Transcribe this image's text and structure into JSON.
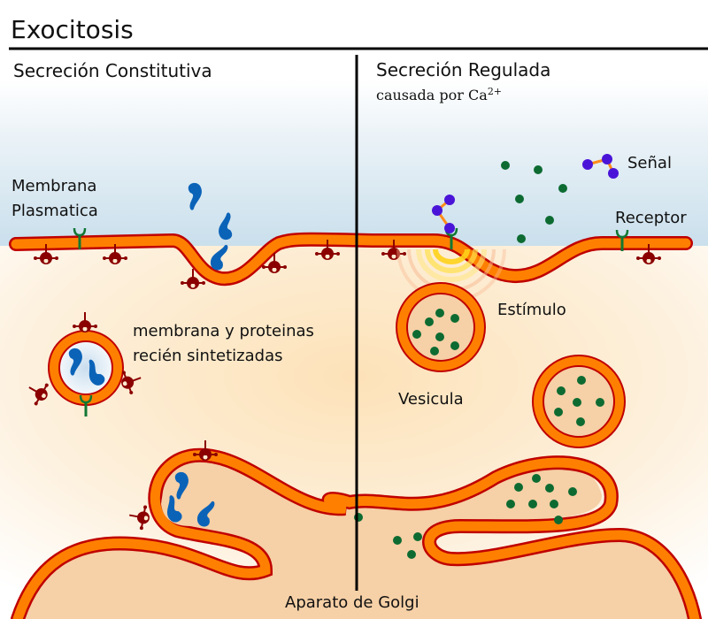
{
  "title": "Exocitosis",
  "sections": {
    "left": {
      "heading": "Secreción Constitutiva"
    },
    "right": {
      "heading": "Secreción Regulada",
      "subheading": "causada por Ca",
      "subheading_sup": "2+"
    }
  },
  "labels": {
    "plasma_membrane_line1": "Membrana",
    "plasma_membrane_line2": "Plasmatica",
    "new_membrane_line1": "membrana y proteinas",
    "new_membrane_line2": "recién sintetizadas",
    "signal": "Señal",
    "receptor": "Receptor",
    "stimulus": "Estímulo",
    "vesicle": "Vesicula",
    "golgi": "Aparato de Golgi"
  },
  "colors": {
    "membrane_fill": "#ff8000",
    "membrane_edge": "#c00000",
    "cytoplasm": "#f6d0a6",
    "extracellular": "#cfe2ee",
    "protein": "#8b0000",
    "receptor": "#117733",
    "cargo_blue": "#0b63b8",
    "cargo_green": "#0d6b32",
    "signal_molecule": "#4a14d8",
    "signal_bond": "#ff8c1a",
    "stimulus": "#ffe04a"
  }
}
